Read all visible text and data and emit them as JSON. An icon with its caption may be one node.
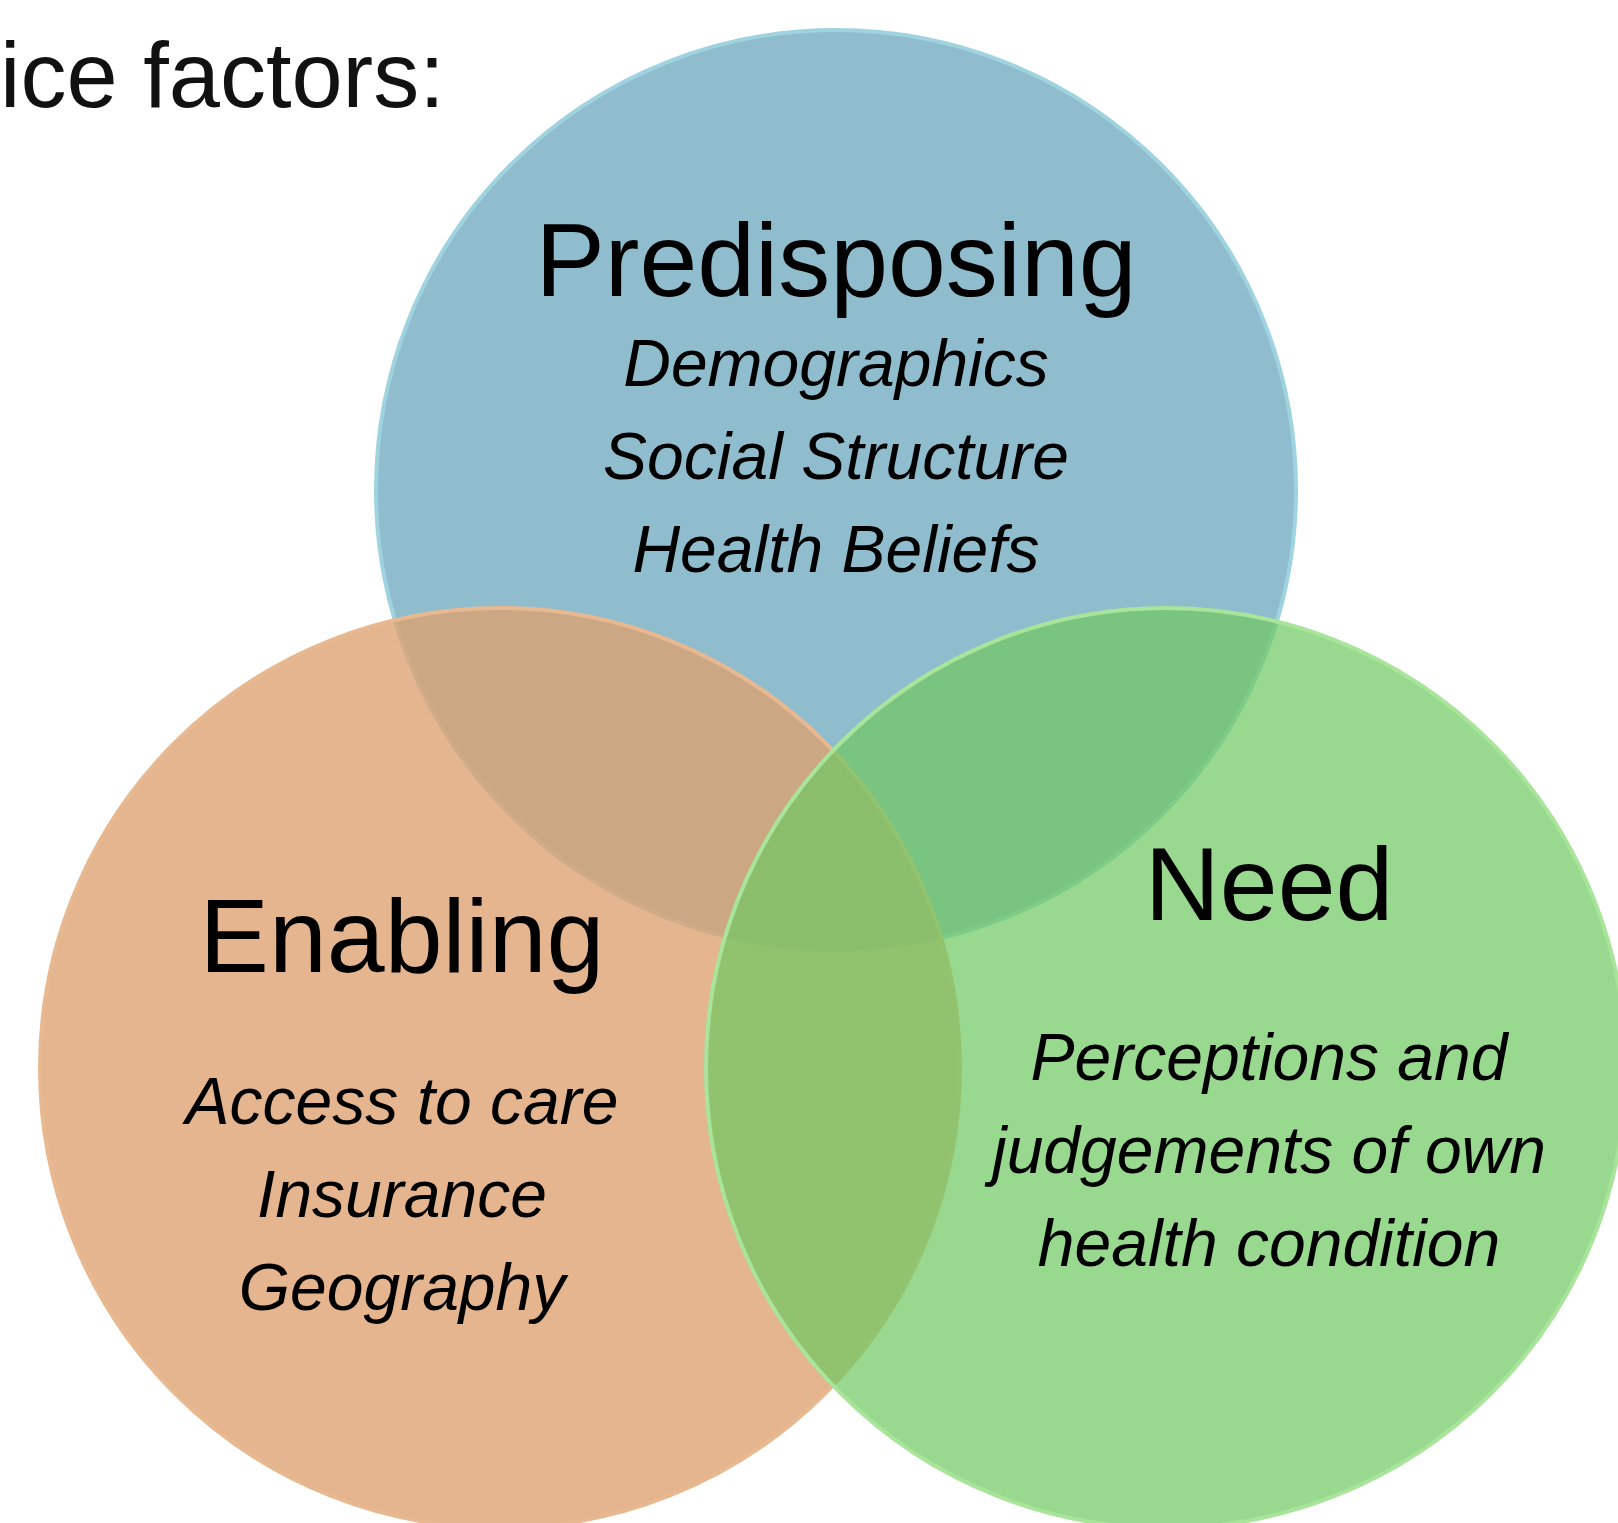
{
  "diagram": {
    "title": "ice factors:",
    "nodes": [
      {
        "text": [
          "Predisposing",
          "Demographics",
          "Social Structure",
          "Health Beliefs"
        ]
      },
      {
        "text": [
          "Enabling",
          "Access to care",
          "Insurance",
          "Geography"
        ]
      },
      {
        "text": [
          "Need",
          "Perceptions and judgements of own health condition"
        ]
      }
    ]
  }
}
